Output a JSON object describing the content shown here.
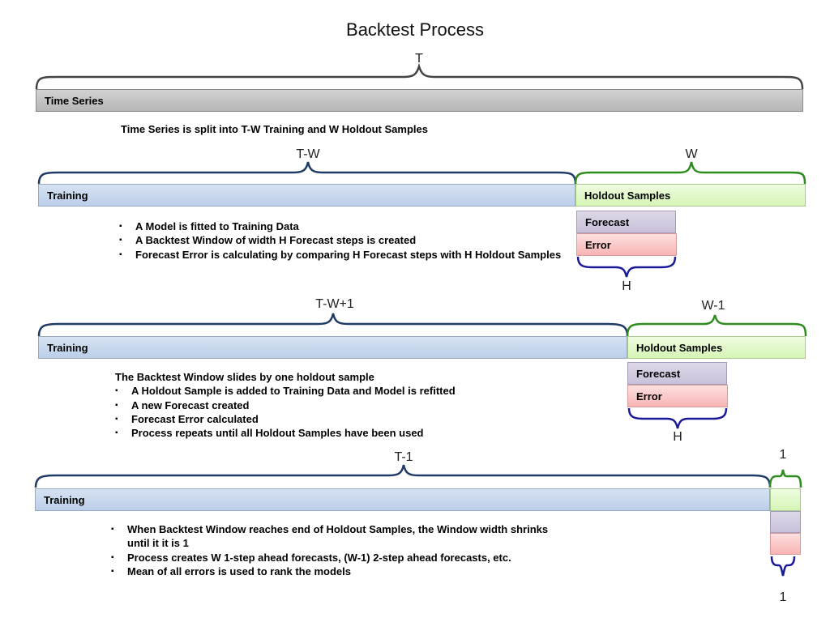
{
  "title": "Backtest Process",
  "row1": {
    "brace_label": "T",
    "bar_label": "Time Series",
    "caption": "Time Series is split into T-W Training and W Holdout Samples"
  },
  "row2": {
    "training_brace": "T-W",
    "holdout_brace": "W",
    "training_label": "Training",
    "holdout_label": "Holdout Samples",
    "forecast_label": "Forecast",
    "error_label": "Error",
    "h_label": "H",
    "bullets": [
      "A Model is fitted to Training Data",
      "A Backtest Window of width H Forecast steps is created",
      "Forecast Error is calculating by comparing H Forecast steps with H Holdout Samples"
    ]
  },
  "row3": {
    "training_brace": "T-W+1",
    "holdout_brace": "W-1",
    "training_label": "Training",
    "holdout_label": "Holdout Samples",
    "forecast_label": "Forecast",
    "error_label": "Error",
    "h_label": "H",
    "intro": "The Backtest Window slides by one holdout sample",
    "bullets": [
      "A Holdout Sample is added to Training Data and Model is refitted",
      "A new Forecast created",
      "Forecast Error calculated",
      "Process repeats until all Holdout Samples have been used"
    ]
  },
  "row4": {
    "training_brace": "T-1",
    "holdout_brace": "1",
    "training_label": "Training",
    "bottom_label": "1",
    "bullets": [
      "When Backtest Window reaches end of Holdout Samples, the Window width shrinks until it it is 1",
      "Process creates W 1-step ahead forecasts, (W-1) 2-step ahead forecasts, etc.",
      "Mean of all errors is used to rank the models"
    ]
  },
  "colors": {
    "gray_bar": "#bcbcbc",
    "training_bar": "#c6d6ec",
    "holdout_bar": "#ddf7c4",
    "forecast_box": "#d0c9df",
    "error_box": "#f9c2c2",
    "blue_brace": "#1f3b66",
    "green_brace": "#2e8b1e",
    "dark_brace": "#444444",
    "h_brace": "#1a1a99"
  }
}
